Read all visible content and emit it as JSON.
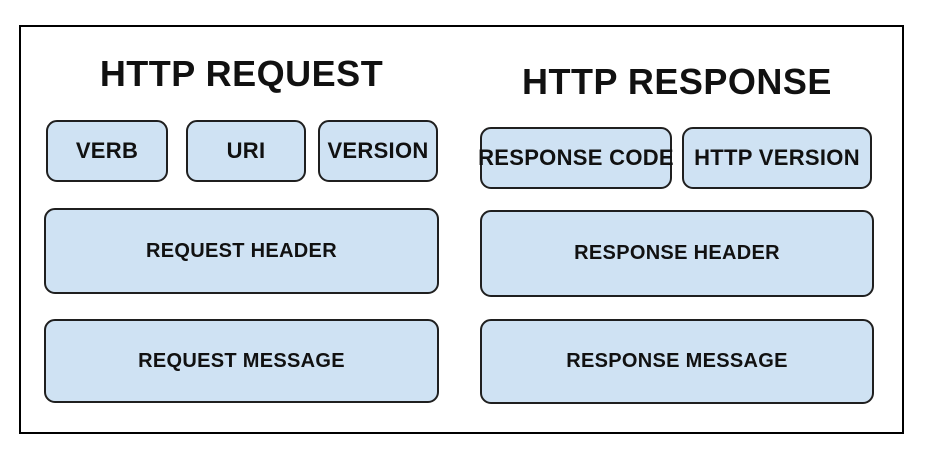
{
  "diagram": {
    "request": {
      "title": "HTTP REQUEST",
      "fields": [
        {
          "label": "VERB"
        },
        {
          "label": "URI"
        },
        {
          "label": "VERSION"
        }
      ],
      "header": "REQUEST HEADER",
      "message": "REQUEST MESSAGE"
    },
    "response": {
      "title": "HTTP RESPONSE",
      "fields": [
        {
          "label": "RESPONSE CODE"
        },
        {
          "label": "HTTP VERSION"
        }
      ],
      "header": "RESPONSE HEADER",
      "message": "RESPONSE MESSAGE"
    },
    "colors": {
      "box_fill": "#cfe2f3",
      "box_border": "#1f1f1f",
      "frame_border": "#000000",
      "text": "#111111",
      "background": "#ffffff"
    }
  }
}
